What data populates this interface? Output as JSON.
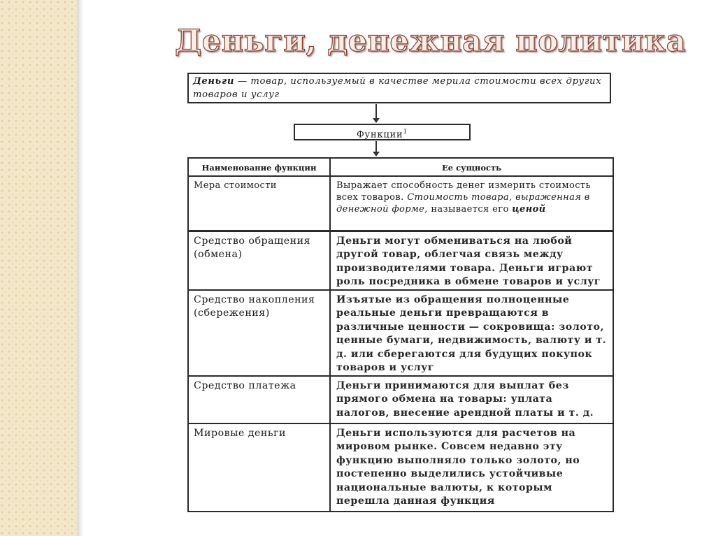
{
  "slide": {
    "title": "Деньги, денежная политика",
    "definition_term": "Деньги",
    "definition_text": " — товар, используемый в качестве мерила стоимости всех других товаров и услуг",
    "functions_label": "Функции",
    "functions_footnote": "1"
  },
  "table": {
    "headers": [
      "Наименование функции",
      "Ее сущность"
    ],
    "measure_row": {
      "name": "Мера стоимости",
      "text_plain": "Выражает способность денег измерить стоимость всех товаров. ",
      "text_italic": "Стоимость товара, выраженная в денежной форме",
      "text_plain2": ", называется его ",
      "text_bold": "ценой"
    },
    "rows": [
      {
        "name": "Средство обращения (обмена)",
        "text": "Деньги могут обмениваться на любой другой товар, облегчая связь между производителями товара. Деньги играют роль посредника в обмене товаров и услуг"
      },
      {
        "name": "Средство накопления (сбережения)",
        "text": "Изъятые из обращения полноценные реальные деньги превращаются в различные ценности — сокровища: золото, ценные бумаги, недвижимость, валюту и т. д. или сберегаются для будущих покупок товаров и услуг"
      },
      {
        "name": "Средство платежа",
        "text": "Деньги принимаются для выплат без прямого обмена на товары: уплата налогов, внесение арендной платы и т. д."
      },
      {
        "name": "Мировые деньги",
        "text": "Деньги используются для расчетов на мировом рынке. Совсем недавно эту функцию выполняло только золото, но постепенно выделились устойчивые национальные валюты, к которым перешла данная функция"
      }
    ]
  }
}
